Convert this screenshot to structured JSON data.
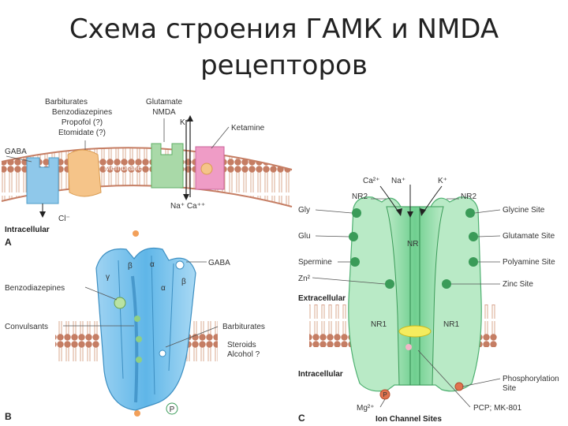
{
  "title": {
    "line1": "Схема строения ГАМК и NMDA",
    "line2": "рецепторов"
  },
  "panel_a": {
    "letter": "A",
    "labels": {
      "barbiturates": "Barbiturates",
      "benzodiazepines": "Benzodiazepines",
      "propofol": "Propofol (?)",
      "etomidate": "Etomidate (?)",
      "glutamate": "Glutamate",
      "nmda": "NMDA",
      "k": "K⁺",
      "ketamine": "Ketamine",
      "gaba": "GABA",
      "membrane": "Membrane",
      "cl": "Cl⁻",
      "na_ca": "Na⁺ Ca⁺⁺",
      "intracellular": "Intracellular"
    }
  },
  "panel_b": {
    "letter": "B",
    "labels": {
      "gaba": "GABA",
      "benzodiazepines": "Benzodiazepines",
      "convulsants": "Convulsants",
      "barbiturates": "Barbiturates",
      "steroids": "Steroids",
      "alcohol": "Alcohol ?",
      "p": "P",
      "alpha": "α",
      "beta": "β",
      "gamma": "γ"
    }
  },
  "panel_c": {
    "letter": "C",
    "labels": {
      "ca": "Ca²⁺",
      "na": "Na⁺",
      "k": "K⁺",
      "nr2_left": "NR2",
      "nr2_right": "NR2",
      "gly": "Gly",
      "glu": "Glu",
      "spermine": "Spermine",
      "zn": "Zn²",
      "nr_center": "NR",
      "extracellular": "Extracellular",
      "nr1_left": "NR1",
      "nr1_right": "NR1",
      "intracellular": "Intracellular",
      "mg": "Mg²⁺",
      "ion_channel_sites": "Ion Channel Sites",
      "glycine_site": "Glycine Site",
      "glutamate_site": "Glutamate Site",
      "polyamine_site": "Polyamine Site",
      "zinc_site": "Zinc Site",
      "phosphorylation_site_1": "Phosphorylation",
      "phosphorylation_site_2": "Site",
      "pcp": "PCP; MK-801",
      "p": "P"
    }
  },
  "colors": {
    "membrane_head": "#c9846a",
    "membrane_tail": "#e3b8a0",
    "gaba_receptor": "#8fc8ea",
    "barbiturate_site": "#f5c489",
    "glutamate_site": "#a9d9a8",
    "ketamine_site": "#ef9cc6",
    "nmda_green": "#6fcf8f",
    "nmda_light": "#b9eac6",
    "channel_blue": "#5fb6e8"
  }
}
